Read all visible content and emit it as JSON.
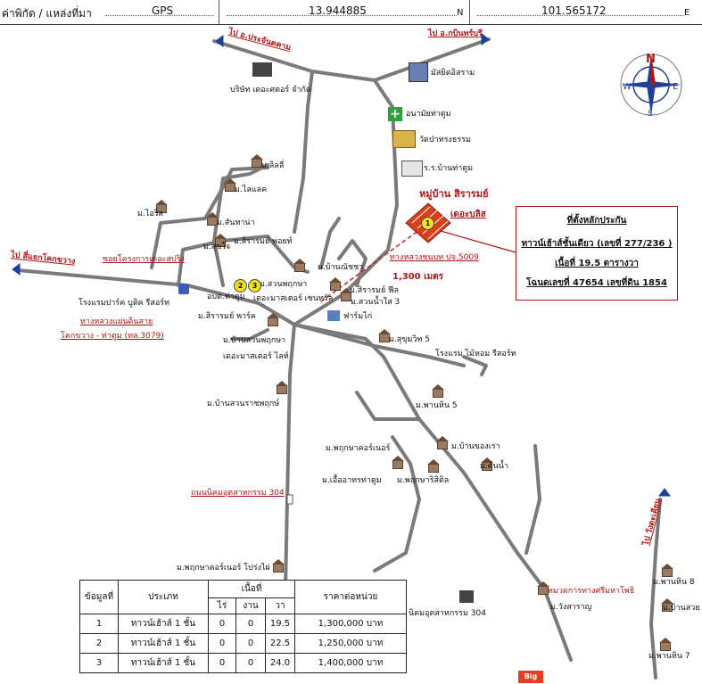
{
  "header": {
    "label": "ค่าพิกัด / แหล่งที่มา",
    "source": "GPS",
    "lat": "13.944885",
    "lat_unit": "N",
    "lon": "101.565172",
    "lon_unit": "E"
  },
  "compass": {
    "n": "N",
    "s": "S",
    "e": "E",
    "w": "W"
  },
  "directions": {
    "prachantakham": "ไป อ.ประจันตคาม",
    "kabinburi": "ไป อ.กบินทร์บุรี",
    "sam_paeng": "ไป สี่แยกโคกขวาง",
    "wang_khwang": "ไป วังตะเคียน"
  },
  "places": {
    "company": "บริษัท เดอะศตอร์ จำกัด",
    "mosque": "มัสยิดอิสราม",
    "health": "อนามัยท่าตูม",
    "temple": "วัดป่าทรงธรรม",
    "school": "ร.ร.บ้านท่าตูม",
    "lili": "ม.ลิลลี่",
    "lilac": "ม.ไลแลค",
    "siri": "ม.ไอริส",
    "santhana": "ม.สันทาน่า",
    "sukjai": "ม.สุขใจ",
    "siram_pond": "ม.สิรารมย์ พอยท์",
    "ban_chuan": "ม.บ้านณัชชา",
    "hotel_park": "โรงแรมปาร์ค บูติค รีสอร์ท",
    "road_project": "ซอยโครงการเดอะสปริง",
    "highway_dinsai": "ทางหลวงแผ่นดินสาย",
    "highway_3079": "โคกขวาง - ท่าตูม (ทล.3079)",
    "obt": "อบต.ท่าตูม",
    "suan_pruek": "ม.สวนพฤกษา",
    "the_master": "เดอะมาสเตอร์ เซนทรัล",
    "siram_park": "ม.สิรารมย์ พาร์ค",
    "siram_feel": "ม.สิรารมย์ ฟีล",
    "suan_pruek3": "ม.สวนน้ำใส 3",
    "pharmacy": "ฟาร์มไก่",
    "ban_suan_pruek": "ม.บ้านสวนพฤกษา",
    "master_lite": "เดอะมาสเตอร์ ไลท์",
    "sukhumvit5": "ม.สุขุมวิท 5",
    "hotel_maihom": "โรงแรม ไม้หอม รีสอร์ท",
    "ban_suan_rat": "ม.บ้านสวนราชพฤกษ์",
    "phanhin5": "ม.พานหิน 5",
    "ban_khong": "ม.บ้านของเรา",
    "pruek_corner": "ม.พฤกษาคอร์เนอร์",
    "dinnam": "ม.ต้นน้ำ",
    "ua_arthorn": "ม.เอื้ออาทรท่าตูม",
    "pruek_risa": "ม.พฤกษาริสิติล",
    "rd304": "ถนนนิคมอุตสาหกรรม 304",
    "pruek_corner_plong": "ม.พฤกษาคอร์เนอร์ โปร่งไผ่",
    "industrial": "นิคมอุตสาหกรรม 304",
    "forest_dept": "หมวดการทางศรีมหาโพธิ",
    "wang_rat": "ม.วังสาราญ",
    "phanhin8": "ม.พานหิน 8",
    "ban_suay": "ม.บ้านสวย",
    "phanhin7": "ม.พานหิน 7",
    "ban_road": "ทางหลวงชนบท ปจ.5009",
    "big_c": "Big"
  },
  "subject": {
    "name1": "หมู่บ้าน สิรารมย์",
    "name2": "เดอะบลิส",
    "distance": "1,300 เมตร",
    "marker1": "1",
    "marker2": "2",
    "marker3": "3"
  },
  "infobox": {
    "title": "ที่ตั้งหลักประกัน",
    "line1": "ทาวน์เฮ้าส์ชั้นเดียว (เลขที่ 277/236 )",
    "line2": "เนื้อที่ 19.5 ตารางวา",
    "line3": "โฉนดเลขที่ 47654 เลขที่ดิน 1854"
  },
  "table": {
    "headers": {
      "no": "ข้อมูลที่",
      "type": "ประเภท",
      "area": "เนื้อที่",
      "rai": "ไร่",
      "ngan": "งาน",
      "wa": "วา",
      "price": "ราคาต่อหน่วย"
    },
    "rows": [
      {
        "no": "1",
        "type": "ทาวน์เฮ้าส์ 1 ชั้น",
        "rai": "0",
        "ngan": "0",
        "wa": "19.5",
        "price": "1,300,000 บาท"
      },
      {
        "no": "2",
        "type": "ทาวน์เฮ้าส์ 1 ชั้น",
        "rai": "0",
        "ngan": "0",
        "wa": "22.5",
        "price": "1,250,000 บาท"
      },
      {
        "no": "3",
        "type": "ทาวน์เฮ้าส์ 1 ชั้น",
        "rai": "0",
        "ngan": "0",
        "wa": "24.0",
        "price": "1,400,000 บาท"
      }
    ]
  },
  "colors": {
    "road": "#777777",
    "accent_red": "#b01515",
    "compass_blue": "#1f3f9a"
  }
}
